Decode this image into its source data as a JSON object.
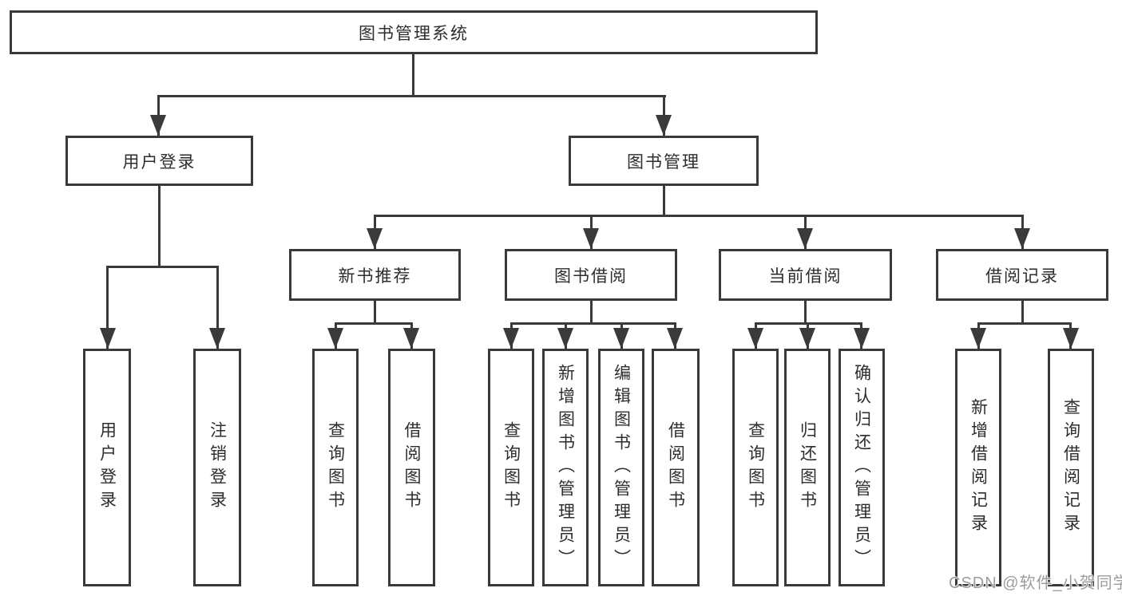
{
  "nodes": {
    "root": "图书管理系统",
    "user_login": "用户登录",
    "book_mgmt": "图书管理",
    "new_books": "新书推荐",
    "book_borrow": "图书借阅",
    "current_borrow": "当前借阅",
    "borrow_records": "借阅记录"
  },
  "leaves": {
    "user_login": "用户登录",
    "logout": "注销登录",
    "nb_query_books": "查询图书",
    "nb_borrow_books": "借阅图书",
    "bb_query_books": "查询图书",
    "bb_add_books": "新增图书（管理员）",
    "bb_edit_books": "编辑图书（管理员）",
    "bb_borrow_books": "借阅图书",
    "cb_query_books": "查询图书",
    "cb_return_books": "归还图书",
    "cb_confirm_return": "确认归还（管理员）",
    "br_add_record": "新增借阅记录",
    "br_query_record": "查询借阅记录"
  },
  "watermark": "CSDN @软件_小贺同学",
  "colors": {
    "line": "#3a3a3a",
    "text": "#2d2d2d",
    "watermark": "#9c9c9c",
    "background": "#ffffff"
  }
}
